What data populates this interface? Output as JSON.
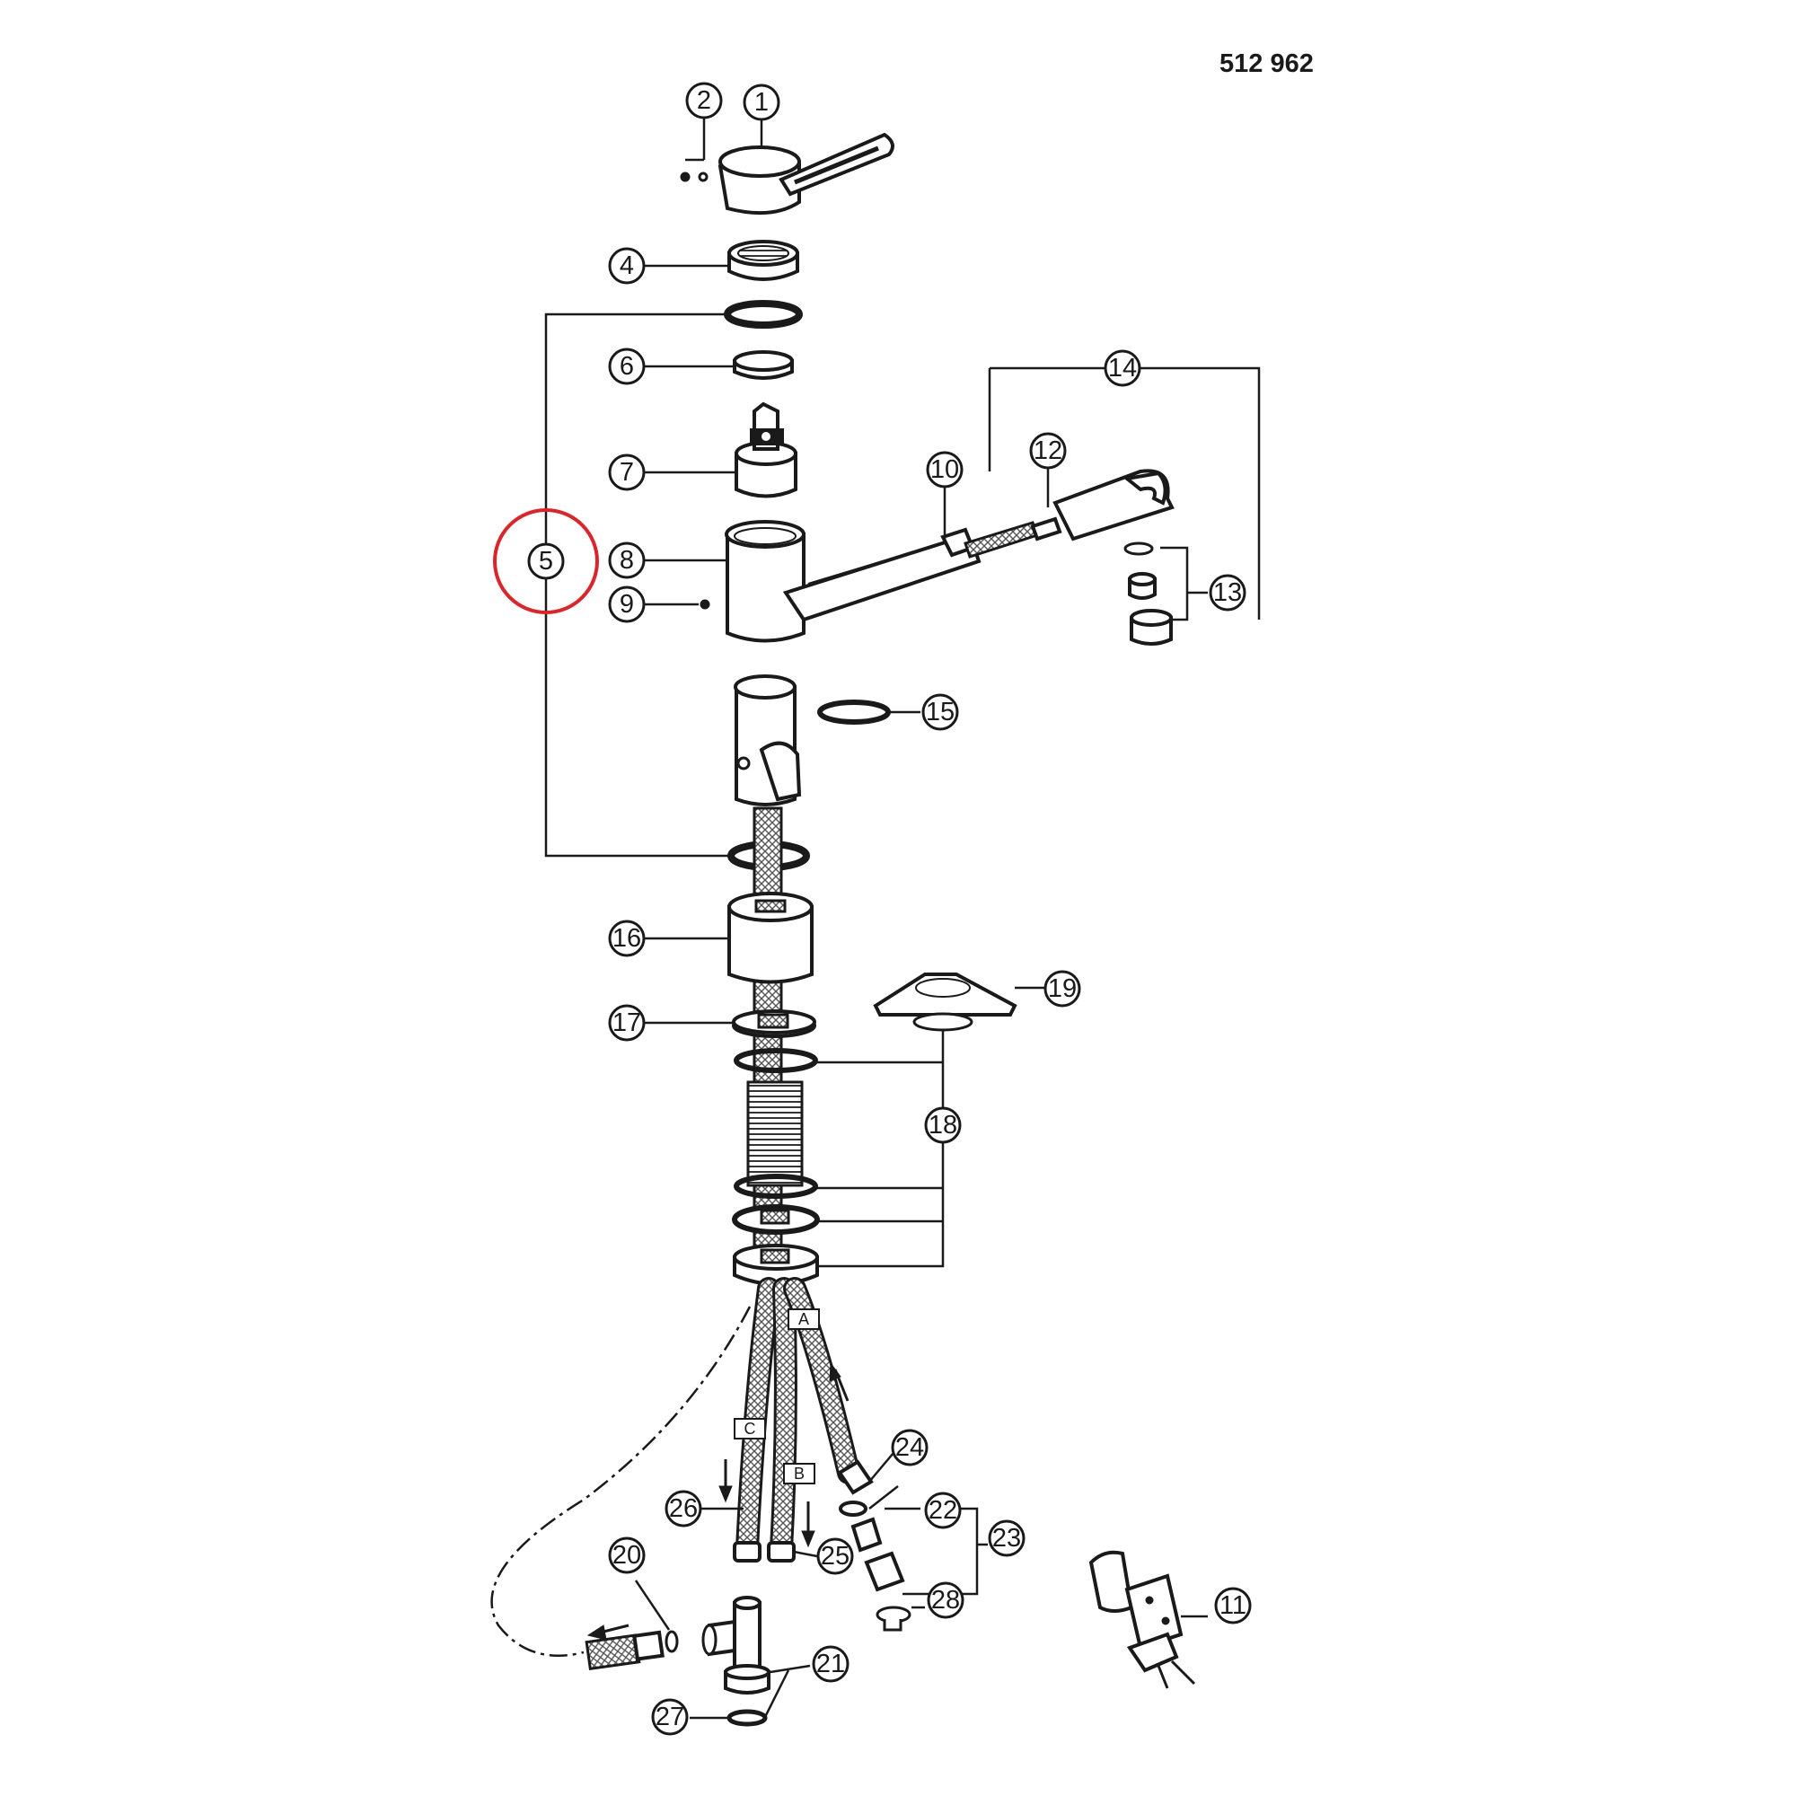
{
  "document_number": "512 962",
  "highlight_color": "#d9262c",
  "highlighted_callout": "5",
  "callouts": {
    "c1": "1",
    "c2": "2",
    "c4": "4",
    "c5": "5",
    "c6": "6",
    "c7": "7",
    "c8": "8",
    "c9": "9",
    "c10": "10",
    "c11": "11",
    "c12": "12",
    "c13": "13",
    "c14": "14",
    "c15": "15",
    "c16": "16",
    "c17": "17",
    "c18": "18",
    "c19": "19",
    "c20": "20",
    "c21": "21",
    "c22": "22",
    "c23": "23",
    "c24": "24",
    "c25": "25",
    "c26": "26",
    "c27": "27",
    "c28": "28"
  },
  "hose_labels": {
    "a": "A",
    "b": "B",
    "c": "C"
  }
}
